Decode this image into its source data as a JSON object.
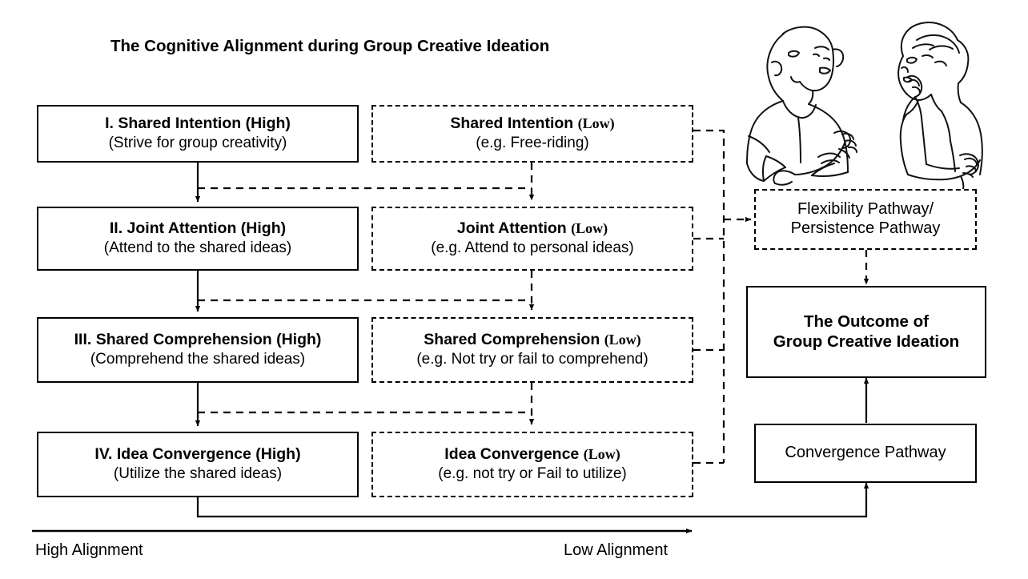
{
  "diagram": {
    "title": "The Cognitive Alignment during Group Creative Ideation",
    "type": "flow-diagram",
    "axis": {
      "left_label": "High Alignment",
      "right_label": "Low Alignment",
      "direction": "left-to-right arrow"
    },
    "illustration": {
      "name": "two-people-conversing-sketch",
      "description": "Line-art sketch of two people in conversation"
    }
  },
  "high_alignment_column": {
    "heading": "High Alignment (solid boxes)",
    "stages": [
      {
        "number": "I.",
        "title": "I. Shared Intention (High)",
        "subtitle": "(Strive for group creativity)"
      },
      {
        "number": "II.",
        "title": "II. Joint Attention (High)",
        "subtitle": "(Attend to the shared ideas)"
      },
      {
        "number": "III.",
        "title": "III. Shared Comprehension (High)",
        "subtitle": "(Comprehend the shared ideas)"
      },
      {
        "number": "IV.",
        "title": "IV. Idea Convergence (High)",
        "subtitle": "(Utilize the shared ideas)"
      }
    ]
  },
  "low_alignment_column": {
    "heading": "Low Alignment (dashed boxes)",
    "stages": [
      {
        "name": "Shared Intention",
        "level": "(Low)",
        "subtitle": "(e.g. Free-riding)"
      },
      {
        "name": "Joint Attention",
        "level": "(Low)",
        "subtitle": "(e.g. Attend to personal ideas)"
      },
      {
        "name": "Shared Comprehension",
        "level": "(Low)",
        "subtitle": "(e.g. Not try or fail to comprehend)"
      },
      {
        "name": "Idea Convergence",
        "level": "(Low)",
        "subtitle": "(e.g. not try or Fail to utilize)"
      }
    ]
  },
  "outcome_column": {
    "flexibility_pathway": "Flexibility Pathway/\nPersistence Pathway",
    "flexibility_pathway_line1": "Flexibility Pathway/",
    "flexibility_pathway_line2": "Persistence Pathway",
    "outcome_line1": "The Outcome of",
    "outcome_line2": "Group Creative Ideation",
    "convergence_pathway": "Convergence Pathway"
  },
  "colors": {
    "stroke": "#000000",
    "background": "#ffffff"
  }
}
